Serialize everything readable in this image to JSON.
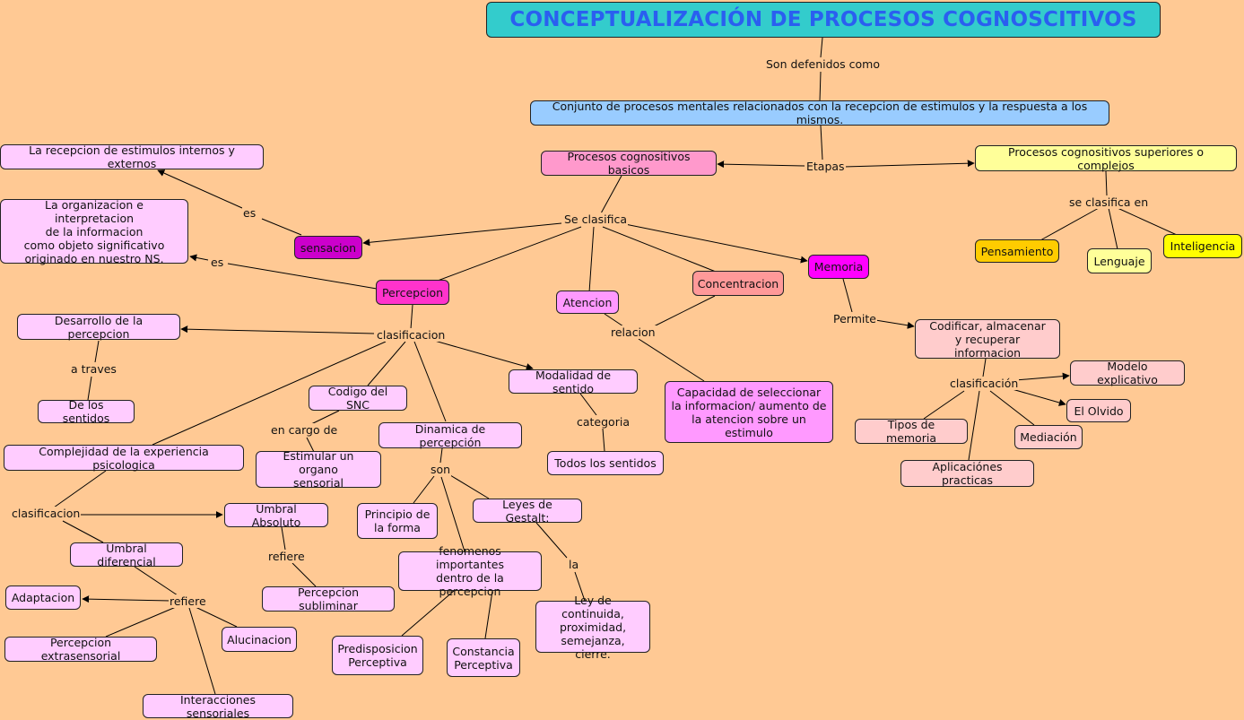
{
  "title": "CONCEPTUALIZACIÓN DE PROCESOS COGNOSCITIVOS",
  "colors": {
    "background": "#ffc994",
    "title_bg": "#33cccc",
    "title_text": "#2a5ff0",
    "light_pink": "#ffccff",
    "salmon": "#ffcccc",
    "blue": "#99ccff",
    "yellow_light": "#ffff99",
    "yellow": "#ffff00",
    "orange": "#ffcc00",
    "magenta": "#ff00ff",
    "hot_pink": "#ff33cc",
    "purple": "#cc00cc",
    "rose": "#ff99cc",
    "coral": "#ff9999",
    "violet": "#ff99ff",
    "lilac": "#ffccff"
  },
  "nodes": {
    "definicion": "Conjunto de procesos mentales relacionados con la recepcion de estimulos y la respuesta a los mismos.",
    "basicos": "Procesos cognositivos basicos",
    "superiores": "Procesos cognositivos superiores o complejos",
    "recepcion": "La recepcion de estimulos internos y externos",
    "organizacion": "La organizacion e interpretacion\nde la informacion\ncomo objeto significativo\noriginado en nuestro NS.",
    "sensacion": "sensacion",
    "percepcion": "Percepcion",
    "atencion": "Atencion",
    "concentracion": "Concentracion",
    "memoria": "Memoria",
    "pensamiento": "Pensamiento",
    "lenguaje": "Lenguaje",
    "inteligencia": "Inteligencia",
    "desarrollo": "Desarrollo de la percepcion",
    "de_los_sentidos": "De los sentidos",
    "codigo_snc": "Codigo del SNC",
    "modalidad": "Modalidad de sentido",
    "capacidad": "Capacidad de seleccionar\nla informacion/ aumento de\nla atencion sobre un\nestimulo",
    "codificar": "Codificar, almacenar\ny recuperar informacion",
    "modelo": "Modelo explicativo",
    "olvido": "El Olvido",
    "mediacion": "Mediación",
    "tipos_memoria": "Tipos de memoria",
    "aplicaciones": "Aplicaciónes practicas",
    "complejidad": "Complejidad de la experiencia psicologica",
    "estimular": "Estimular un organo\nsensorial",
    "dinamica": "Dinamica de percepción",
    "todos_sentidos": "Todos los sentidos",
    "umbral_absoluto": "Umbral Absoluto",
    "umbral_diferencial": "Umbral diferencial",
    "principio_forma": "Principio de\nla forma",
    "leyes_gestalt": "Leyes de Gestalt:",
    "fenomenos": "fenomenos importantes\ndentro de la percepcion",
    "subliminar": "Percepcion subliminar",
    "adaptacion": "Adaptacion",
    "extrasensorial": "Percepcion extrasensorial",
    "alucinacion": "Alucinacion",
    "interacciones": "Interacciones sensoriales",
    "predisposicion": "Predisposicion\nPerceptiva",
    "constancia": "Constancia\nPerceptiva",
    "ley_continuidad": "Ley de continuida,\nproximidad,\nsemejanza, cierre."
  },
  "labels": {
    "son_defenidos": "Son defenidos como",
    "etapas": "Etapas",
    "se_clasifica": "Se clasifica",
    "se_clasifica_en": "se clasifica en",
    "es_1": "es",
    "es_2": "es",
    "clasificacion_1": "clasificacion",
    "a_traves": "a traves",
    "relacion": "relacion",
    "permite": "Permite",
    "clasificacion_2": "clasificación",
    "en_cargo_de": "en cargo de",
    "categoria": "categoria",
    "son": "son",
    "clasificacion_3": "clasificacion",
    "refiere_1": "refiere",
    "la": "la",
    "refiere_2": "refiere"
  }
}
